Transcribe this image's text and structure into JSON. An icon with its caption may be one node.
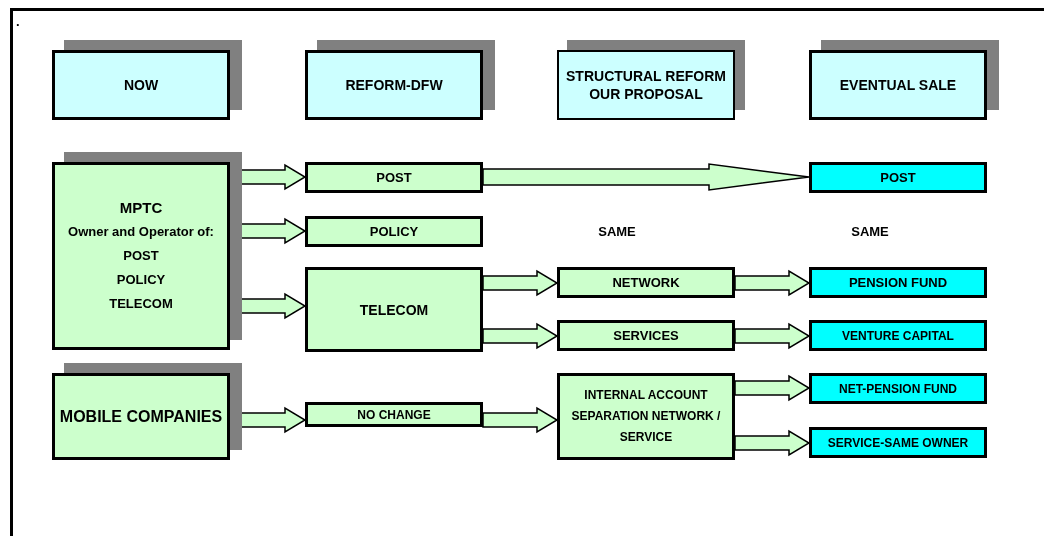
{
  "diagram": {
    "nodes": [
      {
        "text": [
          "NOW"
        ]
      },
      {
        "text": [
          "REFORM-DFW"
        ]
      },
      {
        "text": [
          "STRUCTURAL REFORM OUR PROPOSAL"
        ]
      },
      {
        "text": [
          "EVENTUAL SALE"
        ]
      },
      {
        "text": [
          "MPTC",
          "Owner and Operator of:",
          "POST",
          "POLICY",
          "TELECOM"
        ]
      },
      {
        "text": [
          "POST"
        ]
      },
      {
        "text": [
          "POLICY"
        ]
      },
      {
        "text": [
          "TELECOM"
        ]
      },
      {
        "text": [
          "MOBILE COMPANIES"
        ]
      },
      {
        "text": [
          "NO CHANGE"
        ]
      },
      {
        "text": [
          "NETWORK"
        ]
      },
      {
        "text": [
          "SERVICES"
        ]
      },
      {
        "text": [
          "INTERNAL ACCOUNT SEPARATION NETWORK / SERVICE"
        ]
      },
      {
        "text": [
          "POST"
        ]
      },
      {
        "text": [
          "PENSION FUND"
        ]
      },
      {
        "text": [
          "VENTURE CAPITAL"
        ]
      },
      {
        "text": [
          "NET-PENSION FUND"
        ]
      },
      {
        "text": [
          "SERVICE-SAME OWNER"
        ]
      }
    ],
    "edges": [
      {
        "from": 4,
        "to": 5,
        "arrow": "to"
      },
      {
        "from": 4,
        "to": 6,
        "arrow": "to"
      },
      {
        "from": 4,
        "to": 7,
        "arrow": "to"
      },
      {
        "from": 5,
        "to": 13,
        "arrow": "to"
      },
      {
        "from": 7,
        "to": 10,
        "arrow": "to"
      },
      {
        "from": 7,
        "to": 11,
        "arrow": "to"
      },
      {
        "from": 8,
        "to": 9,
        "arrow": "to"
      },
      {
        "from": 9,
        "to": 12,
        "arrow": "to"
      },
      {
        "from": 10,
        "to": 14,
        "arrow": "to"
      },
      {
        "from": 11,
        "to": 15,
        "arrow": "to"
      },
      {
        "from": 12,
        "to": 16,
        "arrow": "to"
      },
      {
        "from": 12,
        "to": 17,
        "arrow": "to"
      }
    ],
    "labels": [
      ".",
      "SAME",
      "SAME"
    ]
  }
}
